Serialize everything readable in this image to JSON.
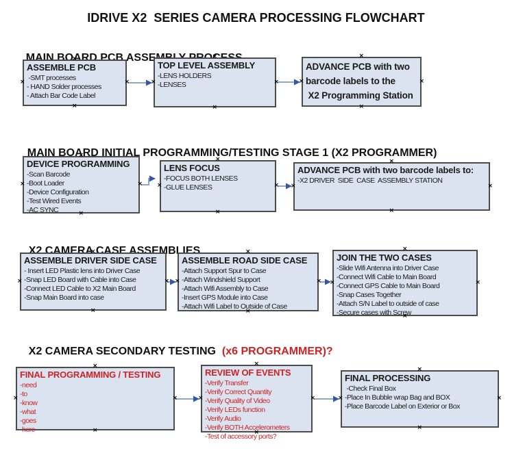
{
  "title": "IDRIVE X2  SERIES CAMERA PROCESSING FLOWCHART",
  "icons": {
    "connection_point": "×"
  },
  "colors": {
    "box_fill": "#dce3f0",
    "box_border": "#4c4c4c",
    "red_text": "#cc2424",
    "arrow_line": "#8ea6c8",
    "arrow_head": "#3457a7",
    "text": "#1a1a1a"
  },
  "sections": [
    {
      "heading": "MAIN BOARD PCB ASSEMBLY PROCESS",
      "boxes": [
        {
          "title": "ASSEMBLE PCB",
          "items": [
            " -SMT processes",
            "- HAND Solder processes",
            "- Attach Bar Code Label"
          ]
        },
        {
          "title": "TOP LEVEL ASSEMBLY",
          "items": [
            "-LENS HOLDERS",
            "-LENSES"
          ]
        },
        {
          "title": "ADVANCE PCB with two\nbarcode labels to the\n X2 Programming Station",
          "items": []
        }
      ]
    },
    {
      "heading": "MAIN BOARD INITIAL PROGRAMMING/TESTING STAGE 1 (X2 PROGRAMMER)",
      "boxes": [
        {
          "title": "DEVICE PROGRAMMING",
          "items": [
            "-Scan Barcode",
            "-Boot Loader",
            "-Device Configuration",
            "-Test Wired Events",
            "-AC SYNC"
          ]
        },
        {
          "title": "LENS FOCUS",
          "items": [
            "-FOCUS BOTH LENSES",
            "-GLUE LENSES"
          ]
        },
        {
          "title": "ADVANCE PCB with two barcode labels to:",
          "items": [
            "-X2 DRIVER  SIDE  CASE  ASSEMBLY STATION"
          ]
        }
      ]
    },
    {
      "heading": "X2 CAMERA CASE ASSEMBLIES",
      "boxes": [
        {
          "title": "ASSEMBLE DRIVER SIDE CASE",
          "items": [
            "- Insert LED Plastic lens into Driver Case",
            "-Snap LED Board with Cable into Case",
            "-Connect LED Cable to X2 Main Board",
            "-Snap Main Board into case"
          ]
        },
        {
          "title": "ASSEMBLE ROAD SIDE CASE",
          "items": [
            "-Attach Support Spur to Case",
            "-Attach Windshield Support",
            "-Attach Wifi Assembly to Case",
            "-Insert GPS Module into Case",
            "-Attach Wifi Label to Outside of Case"
          ]
        },
        {
          "title": "JOIN THE TWO CASES",
          "items": [
            "-Slide Wifi Antenna into Driver Case",
            "-Connect Wifi Cable to Main Board",
            "-Connect GPS Cable to Main Board",
            "-Snap Cases Together",
            "-Attach S/N Label to outside of case",
            "-Secure cases with Screw"
          ]
        }
      ]
    },
    {
      "heading": "X2 CAMERA SECONDARY TESTING ",
      "heading_red": " (x6 PROGRAMMER)?",
      "boxes": [
        {
          "title": "FINAL PROGRAMMING / TESTING",
          "items": [
            "-need",
            "-to",
            "-know",
            "-what",
            "-goes",
            "-here"
          ]
        },
        {
          "title": "REVIEW OF EVENTS",
          "items": [
            "-Verify Transfer",
            "-Verify Correct Quantity",
            "-Verify Quality of Video",
            "-Verify LEDs function",
            "-Verify Audio",
            "-Verify BOTH Accelerometers",
            "-Test of accessory ports?"
          ]
        },
        {
          "title": "FINAL PROCESSING",
          "items": [
            " -Check Final Box",
            "-Place In Bubble wrap Bag and BOX",
            "-Place Barcode Label on Exterior or Box"
          ]
        }
      ]
    }
  ]
}
